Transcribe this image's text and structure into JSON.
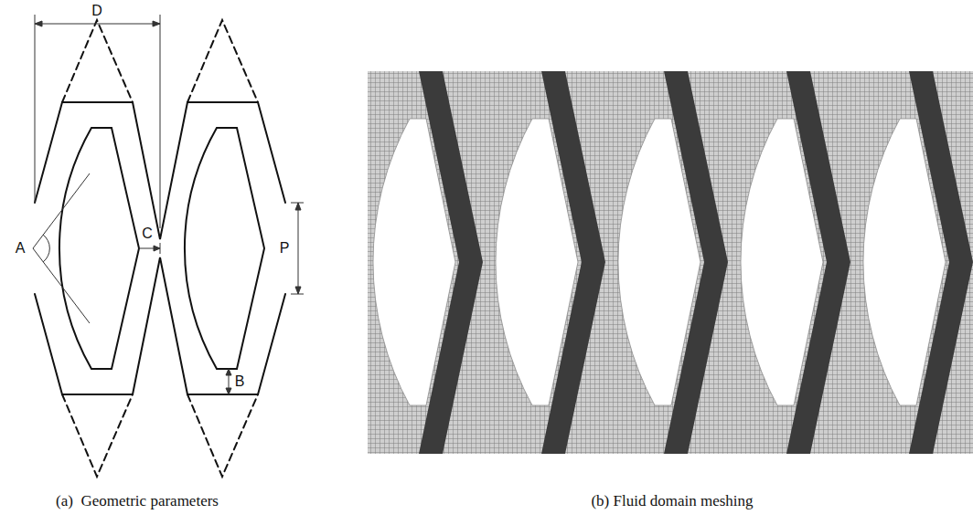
{
  "diagram": {
    "labels": [
      "D",
      "A",
      "C",
      "P",
      "B",
      "(a)  Geometric parameters",
      "(b) Fluid domain meshing"
    ]
  }
}
